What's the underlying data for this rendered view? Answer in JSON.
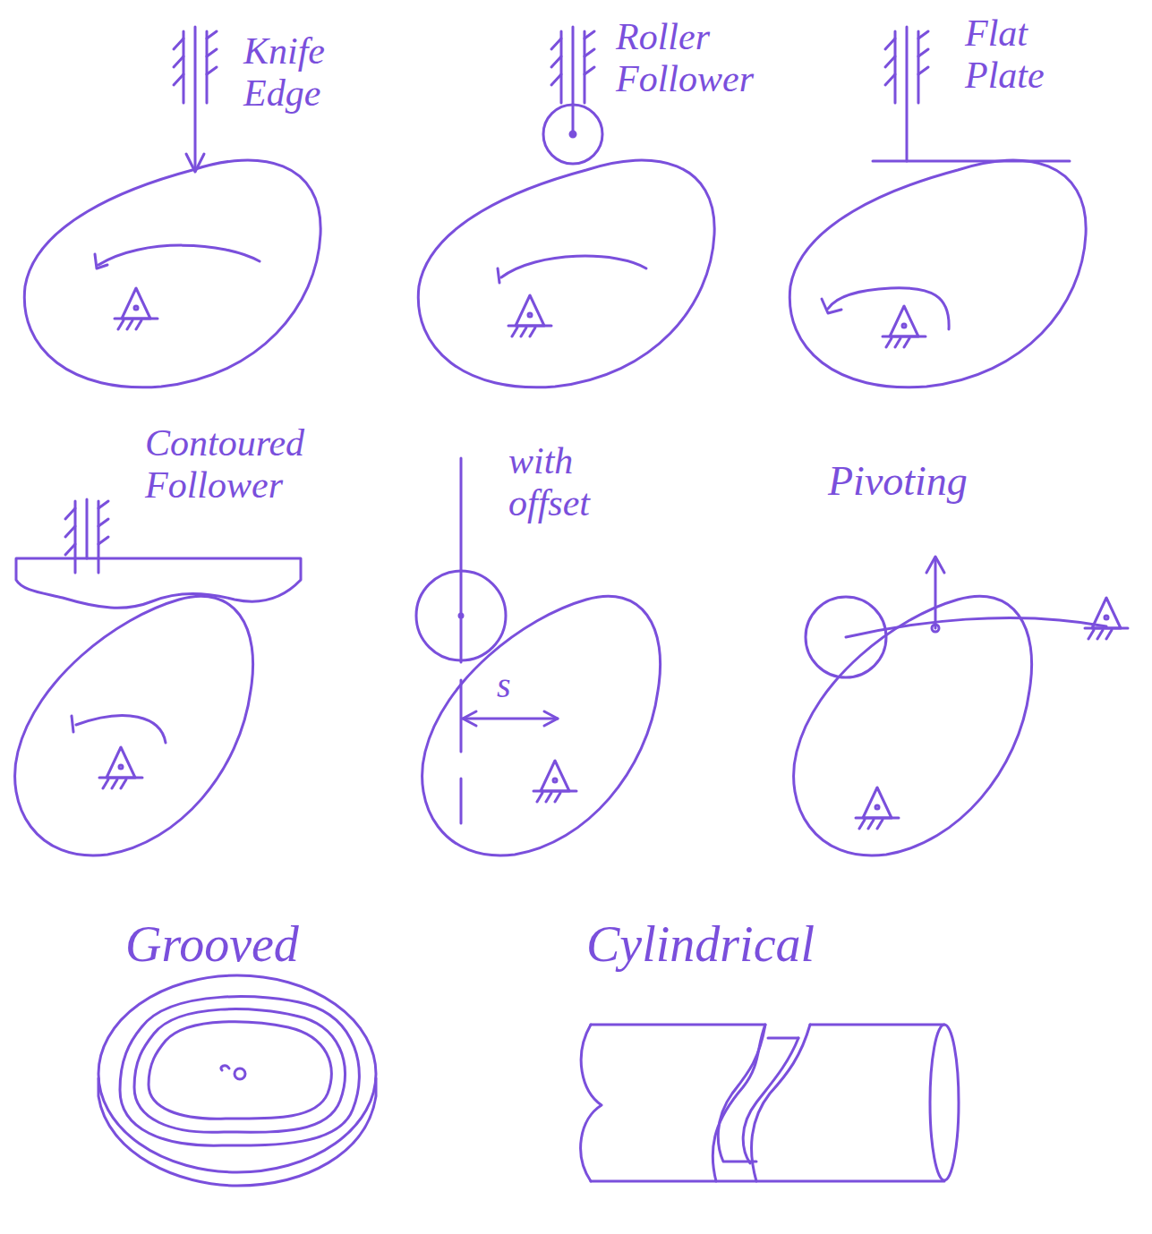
{
  "diagram": {
    "labels": [
      "Knife Edge",
      "Roller Follower",
      "Flat Plate",
      "Contoured Follower",
      "with offset",
      "Pivoting",
      "s",
      "Grooved",
      "Cylindrical"
    ]
  }
}
